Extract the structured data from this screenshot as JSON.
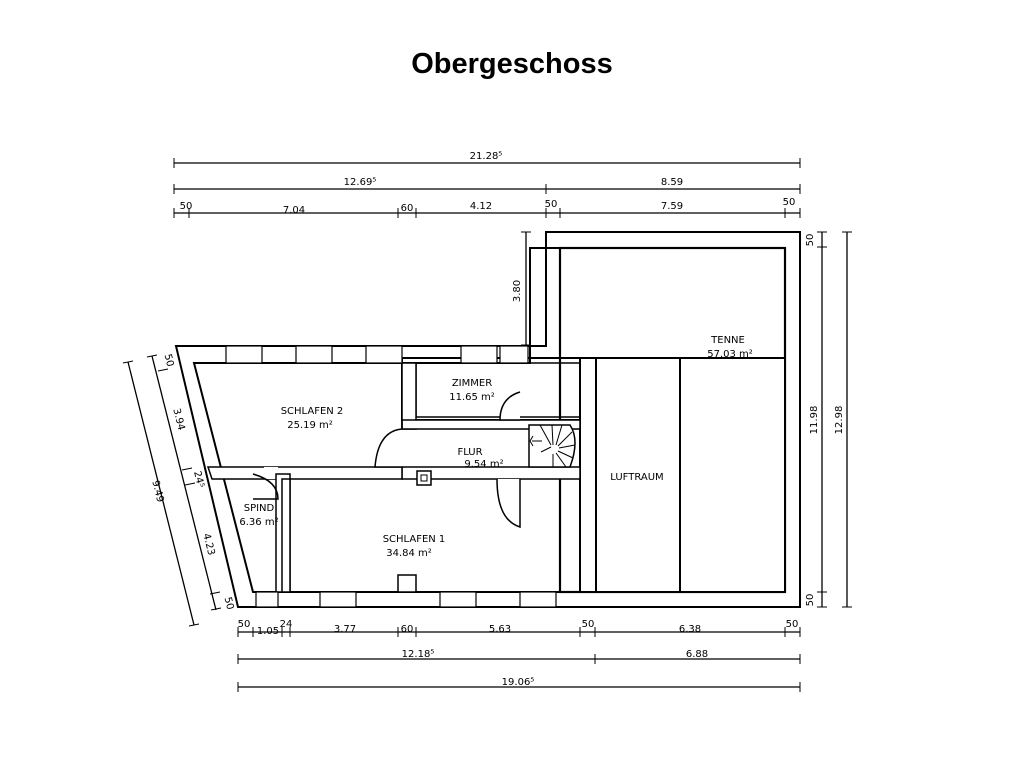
{
  "title": "Obergeschoss",
  "rooms": [
    {
      "id": "schlafen2",
      "name": "SCHLAFEN 2",
      "area": "25.19 m²"
    },
    {
      "id": "zimmer",
      "name": "ZIMMER",
      "area": "11.65 m²"
    },
    {
      "id": "flur",
      "name": "FLUR",
      "area": "9.54 m²"
    },
    {
      "id": "spind",
      "name": "SPIND",
      "area": "6.36 m²"
    },
    {
      "id": "schlafen1",
      "name": "SCHLAFEN 1",
      "area": "34.84 m²"
    },
    {
      "id": "tenne",
      "name": "TENNE",
      "area": "57.03 m²"
    },
    {
      "id": "luftraum",
      "name": "LUFTRAUM",
      "area": ""
    }
  ],
  "dimensions": {
    "top_total": "21.28⁵",
    "top_row2": [
      "12.69⁵",
      "8.59"
    ],
    "top_row3": [
      "50",
      "7.04",
      "60",
      "4.12",
      "50",
      "7.59",
      "50"
    ],
    "bottom_row1": [
      "50",
      "1.05",
      "24",
      "3.77",
      "60",
      "5.63",
      "50",
      "6.38",
      "50"
    ],
    "bottom_row2": [
      "12.18⁵",
      "6.88"
    ],
    "bottom_total": "19.06⁵",
    "right_inner": [
      "50",
      "11.98",
      "50"
    ],
    "right_outer": "12.98",
    "left_inner": [
      "50",
      "3.94",
      "24⁵",
      "4.23",
      "50"
    ],
    "left_outer": "9.49",
    "vertical_tenne": "3.80"
  }
}
